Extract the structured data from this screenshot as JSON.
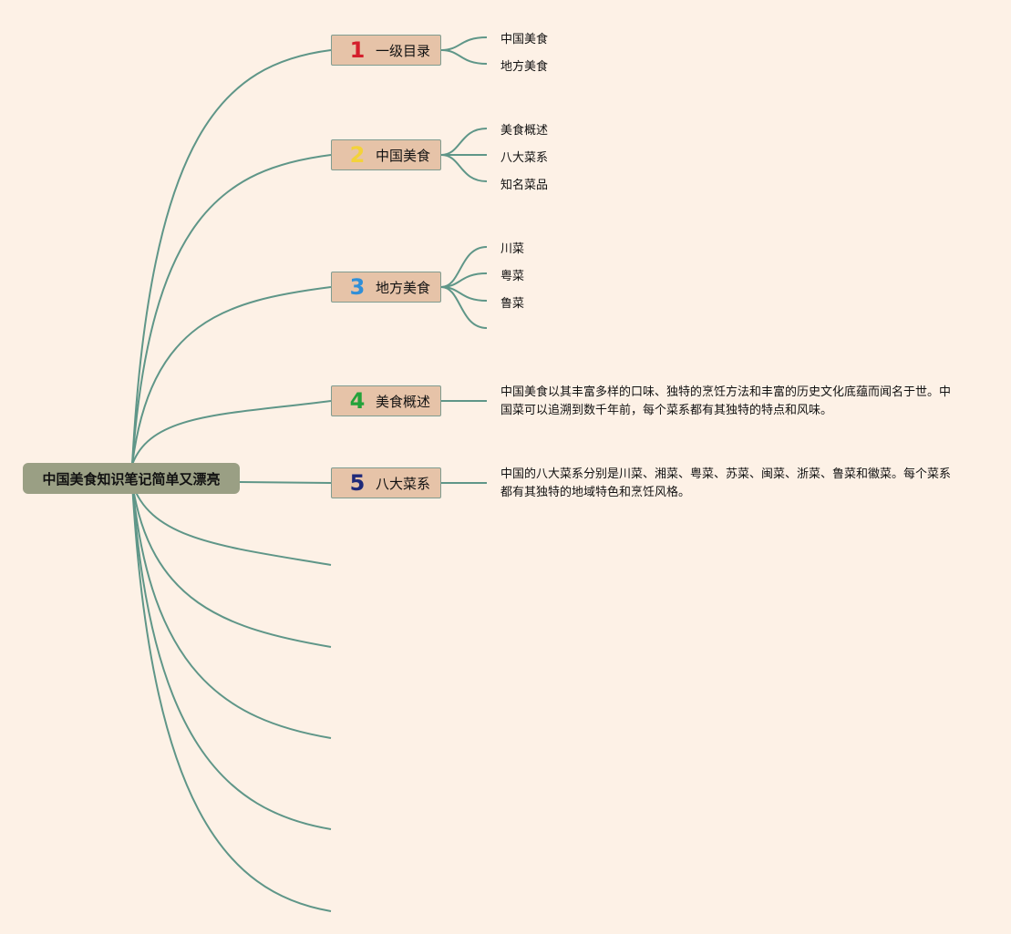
{
  "root": {
    "title": "中国美食知识笔记简单又漂亮"
  },
  "branches": [
    {
      "num": "1",
      "num_color": "#d41f2c",
      "label": "一级目录",
      "leaves": [
        "中国美食",
        "地方美食"
      ]
    },
    {
      "num": "2",
      "num_color": "#f3d23a",
      "label": "中国美食",
      "leaves": [
        "美食概述",
        "八大菜系",
        "知名菜品"
      ]
    },
    {
      "num": "3",
      "num_color": "#2f8fd8",
      "label": "地方美食",
      "leaves": [
        "川菜",
        "粤菜",
        "鲁菜",
        ""
      ]
    },
    {
      "num": "4",
      "num_color": "#23a23a",
      "label": "美食概述",
      "paragraph": "中国美食以其丰富多样的口味、独特的烹饪方法和丰富的历史文化底蕴而闻名于世。中国菜可以追溯到数千年前，每个菜系都有其独特的特点和风味。"
    },
    {
      "num": "5",
      "num_color": "#1f2a7a",
      "label": "八大菜系",
      "paragraph": "中国的八大菜系分别是川菜、湘菜、粤菜、苏菜、闽菜、浙菜、鲁菜和徽菜。每个菜系都有其独特的地域特色和烹饪风格。"
    }
  ],
  "colors": {
    "background": "#fdf1e6",
    "root_fill": "#9a9f84",
    "branch_fill": "#e6c3a8",
    "link": "#5f9688"
  }
}
